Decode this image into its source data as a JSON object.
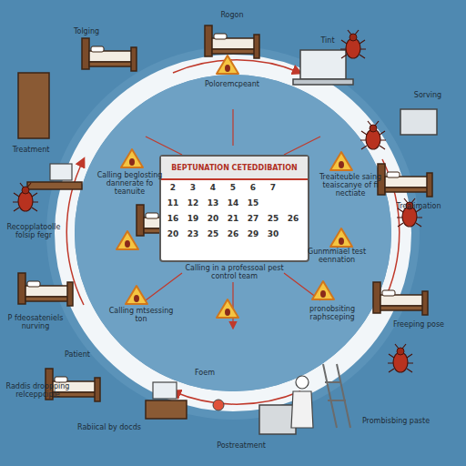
{
  "diagram": {
    "nodes": [
      {
        "text": [
          "BEPTUNATION CETEDDIBATION"
        ]
      }
    ],
    "labels": [
      "Tolging",
      "Rogon",
      "Tint",
      "Sorving",
      "Treatment",
      "Poloremcpeant",
      "Calling in a professoal pest control team",
      "Calling beglosting dannerate fo teanuite",
      "Treaiteuble saing teaiscanye of fi nectiate",
      "Trealimation",
      "Recopplatoolle folsip fegr",
      "Calling mtsessing ton",
      "Gunmmiael test eennation",
      "pronobsiting raphsceping",
      "P fdeosateniels nurving",
      "Patient",
      "Freeping pose",
      "Foem",
      "Raddis droopping relceppciple",
      "Rabiical by docds",
      "Postreatment",
      "Prombisbing paste",
      "2",
      "3",
      "4",
      "5",
      "6",
      "7",
      "11",
      "12",
      "13",
      "14",
      "15",
      "16",
      "19",
      "20",
      "21",
      "27",
      "25",
      "26",
      "20",
      "23",
      "25",
      "26",
      "29",
      "30"
    ]
  }
}
